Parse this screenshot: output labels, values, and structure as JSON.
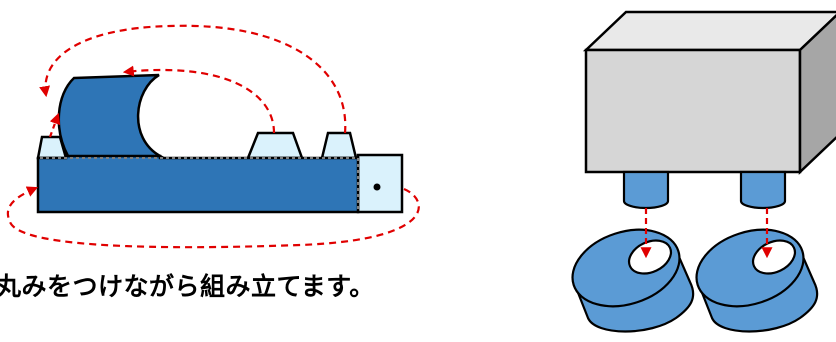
{
  "caption": "丸みをつけながら組み立てます。",
  "colors": {
    "blue_fill": "#2E75B6",
    "light_blue_fill": "#DAF2FC",
    "cylinder_blue": "#5B9BD5",
    "box_top": "#E9E9E9",
    "box_front": "#D6D6D6",
    "box_side": "#A6A6A6",
    "dashed_red": "#E00000",
    "outline": "#000000"
  },
  "icons": [
    "assembly-piece-diagram",
    "box-with-pegs-diagram",
    "cylinder-piece-icon"
  ]
}
